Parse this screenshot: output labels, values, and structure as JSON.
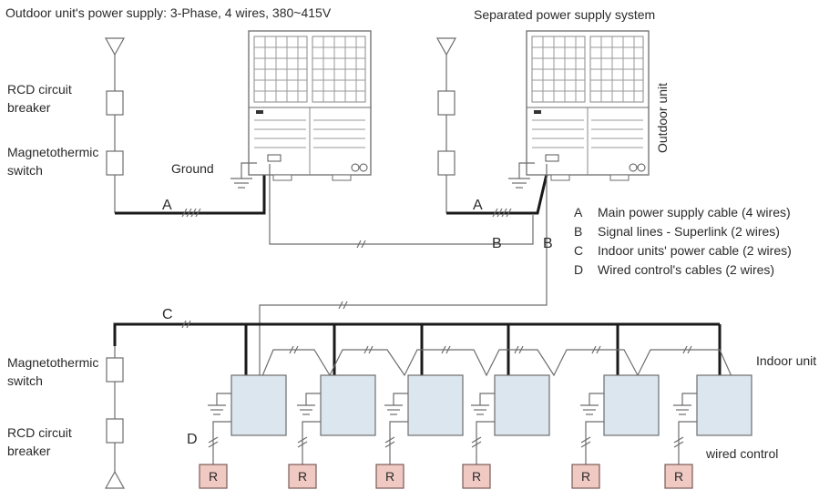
{
  "labels": {
    "outdoor_supply": "Outdoor unit's power supply: 3-Phase, 4 wires, 380~415V",
    "separated_supply": "Separated power supply system",
    "rcd_line1": "RCD circuit",
    "rcd_line2": "breaker",
    "magneto_line1": "Magnetothermic",
    "magneto_line2": "switch",
    "ground": "Ground",
    "outdoor_unit": "Outdoor unit",
    "indoor_unit": "Indoor unit",
    "wired_control": "wired control",
    "remote": "R"
  },
  "wire_letters": {
    "A": "A",
    "B": "B",
    "C": "C",
    "D": "D"
  },
  "legend": [
    {
      "key": "A",
      "text": "Main power supply cable (4 wires)"
    },
    {
      "key": "B",
      "text": "Signal lines - Superlink (2 wires)"
    },
    {
      "key": "C",
      "text": "Indoor units' power cable (2 wires)"
    },
    {
      "key": "D",
      "text": "Wired control's cables (2 wires)"
    }
  ],
  "colors": {
    "indoor_unit": "#dbe6ef",
    "remote": "#f0c9c3",
    "wire": "#1a1a1a"
  }
}
